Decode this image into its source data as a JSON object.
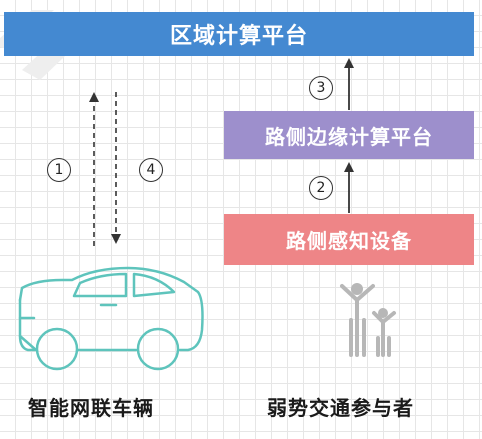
{
  "title_bar": "区域计算平台",
  "edge_platform": "路侧边缘计算平台",
  "sensing_device": "路侧感知设备",
  "vehicle_label": "智能网联车辆",
  "pedestrian_label": "弱势交通参与者",
  "step_numbers": [
    "1",
    "4",
    "3",
    "2"
  ],
  "colors": {
    "top_bar": "#4489d1",
    "edge_bar": "#9d8fcc",
    "sensor_bar": "#ee8587",
    "car_outline": "#5ec4bc",
    "pedestrian_icon": "#b7b7b7"
  },
  "icons": [
    "car-icon",
    "pedestrian-group-icon"
  ]
}
